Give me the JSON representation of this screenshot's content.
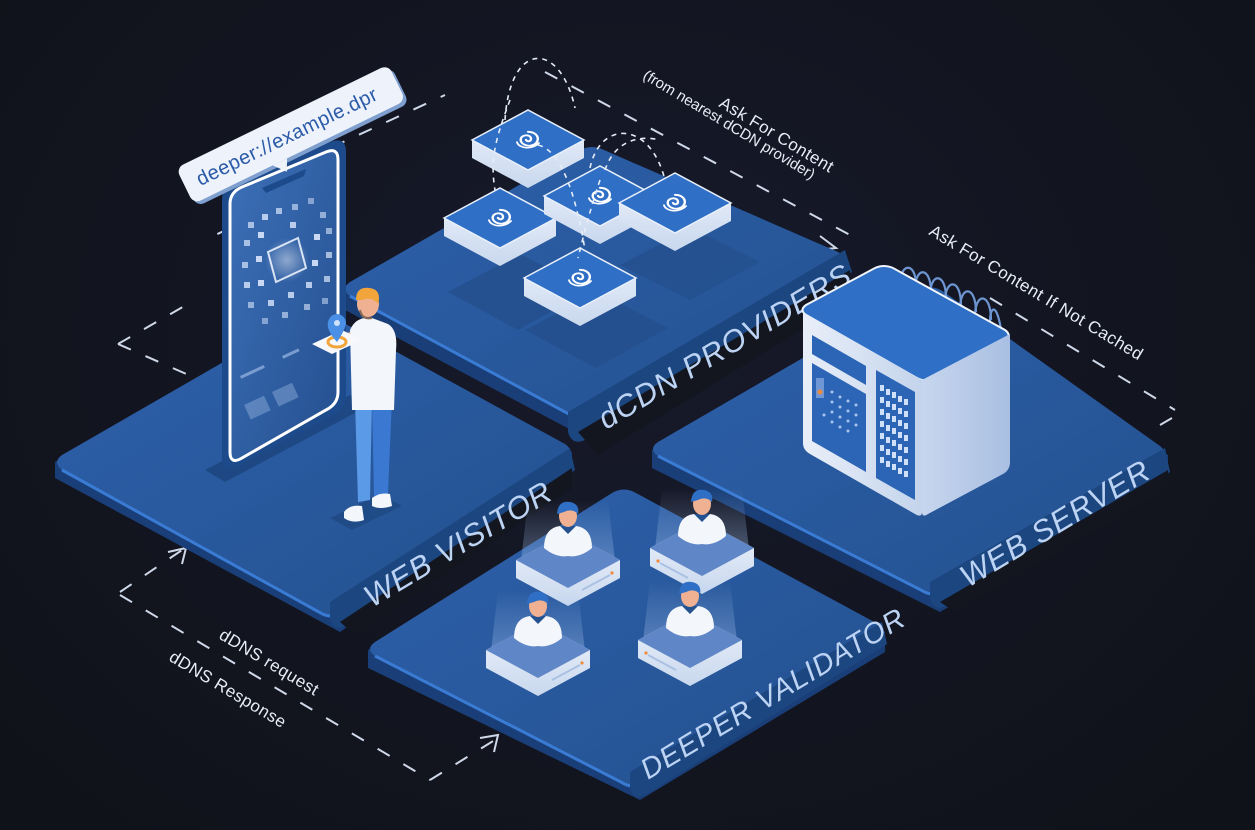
{
  "diagram": {
    "theme": {
      "background": "#12141f",
      "platform_top": "#2a5ba3",
      "platform_side": "#1d4682",
      "platform_rim": "#3572c9",
      "label_band": "#1f4a85",
      "label_text": "#bcd3f3",
      "node_top": "#2f6fc6",
      "node_side": "#dfe8f6",
      "flow_text": "#e8edf6",
      "accent_orange": "#f2a53a"
    },
    "platforms": [
      {
        "id": "web-visitor",
        "label": "WEB VISITOR"
      },
      {
        "id": "dcdn-providers",
        "label": "dCDN PROVIDERS"
      },
      {
        "id": "web-server",
        "label": "WEB SERVER"
      },
      {
        "id": "deeper-validator",
        "label": "DEEPER VALIDATOR"
      }
    ],
    "url_bubble": {
      "text": "deeper://example.dpr"
    },
    "flows": [
      {
        "id": "ask-content",
        "line1": "Ask For Content",
        "line2": "(from nearest dCDN provider)"
      },
      {
        "id": "ask-if-not-cached",
        "line1": "Ask For Content If Not Cached"
      },
      {
        "id": "dns",
        "line1": "dDNS request",
        "line2": "dDNS Response"
      }
    ],
    "icons": {
      "dcdn_node": "swirl-icon",
      "validator_node": "person-at-console-icon",
      "server": "server-cabinet-icon",
      "phone": "smartphone-icon",
      "location": "map-pin-icon"
    },
    "dcdn_node_count": 5,
    "validator_node_count": 4
  }
}
